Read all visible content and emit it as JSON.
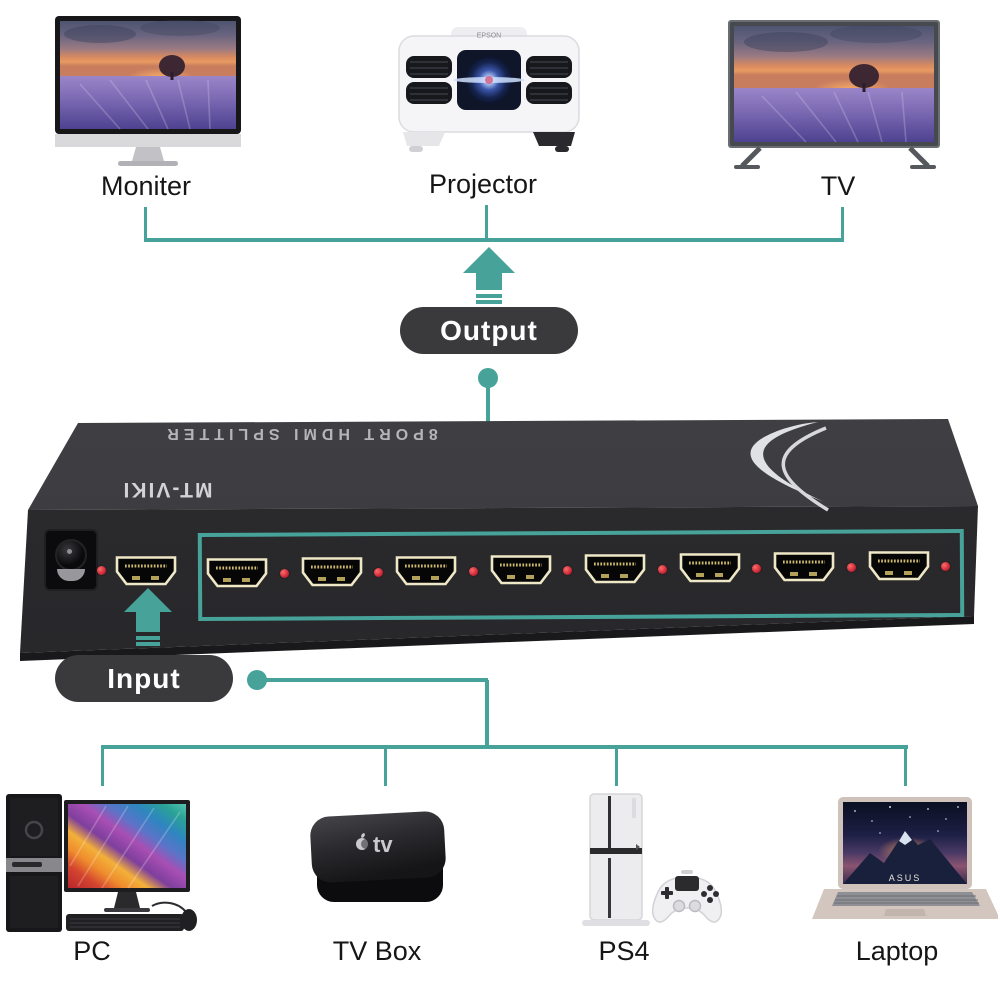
{
  "splitter": {
    "brand": "MT-VIKI",
    "model": "8PORT HDMI SPLITTER",
    "output_port_count": 8,
    "input_port_count": 1
  },
  "flow": {
    "output_label": "Output",
    "input_label": "Input"
  },
  "output_devices": [
    {
      "label": "Moniter",
      "icon": "monitor-icon"
    },
    {
      "label": "Projector",
      "icon": "projector-icon",
      "device_text": "EPSON"
    },
    {
      "label": "TV",
      "icon": "tv-icon"
    }
  ],
  "input_devices": [
    {
      "label": "PC",
      "icon": "desktop-pc-icon"
    },
    {
      "label": "TV Box",
      "icon": "tv-box-icon",
      "device_text": "tv"
    },
    {
      "label": "PS4",
      "icon": "game-console-icon"
    },
    {
      "label": "Laptop",
      "icon": "laptop-icon",
      "device_text": "ASUS"
    }
  ],
  "colors": {
    "accent_teal": "#47A29A",
    "pill_dark": "#3A3A3C",
    "led_red": "#D63140",
    "port_outline": "#EFE8C6"
  }
}
